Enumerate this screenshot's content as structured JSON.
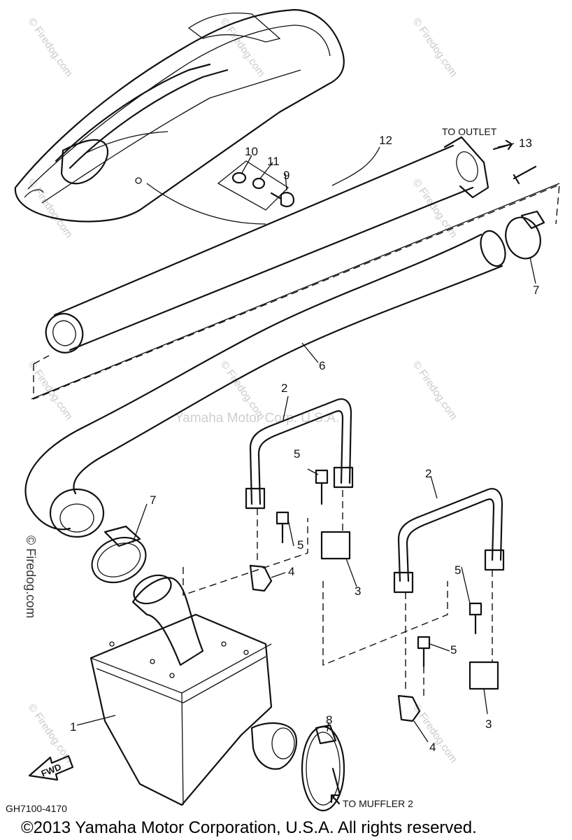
{
  "diagram": {
    "drawing_code": "GH7100-4170",
    "copyright": "©2013 Yamaha Motor Corporation, U.S.A. All rights reserved.",
    "watermark_center": "Yamaha Motor Corp. U.S.A.",
    "watermark_firedog": "© Firedog.com",
    "fwd_label": "FWD",
    "to_outlet": "TO OUTLET",
    "to_muffler_2": "TO MUFFLER 2",
    "part_numbers": {
      "muffler": "1",
      "bracket_a": "2",
      "bracket_b": "2",
      "damper_a": "3",
      "damper_b": "3",
      "clip_a": "4",
      "clip_b": "4",
      "bolt_a_top": "5",
      "bolt_a_bottom": "5",
      "bolt_b_top": "5",
      "bolt_b_bottom": "5",
      "hose": "6",
      "clamp_hose_top": "7",
      "clamp_hose_bottom": "7",
      "clamp_muffler": "8",
      "screw": "9",
      "nut": "10",
      "washer": "11",
      "pipe": "12",
      "pin": "13"
    }
  }
}
